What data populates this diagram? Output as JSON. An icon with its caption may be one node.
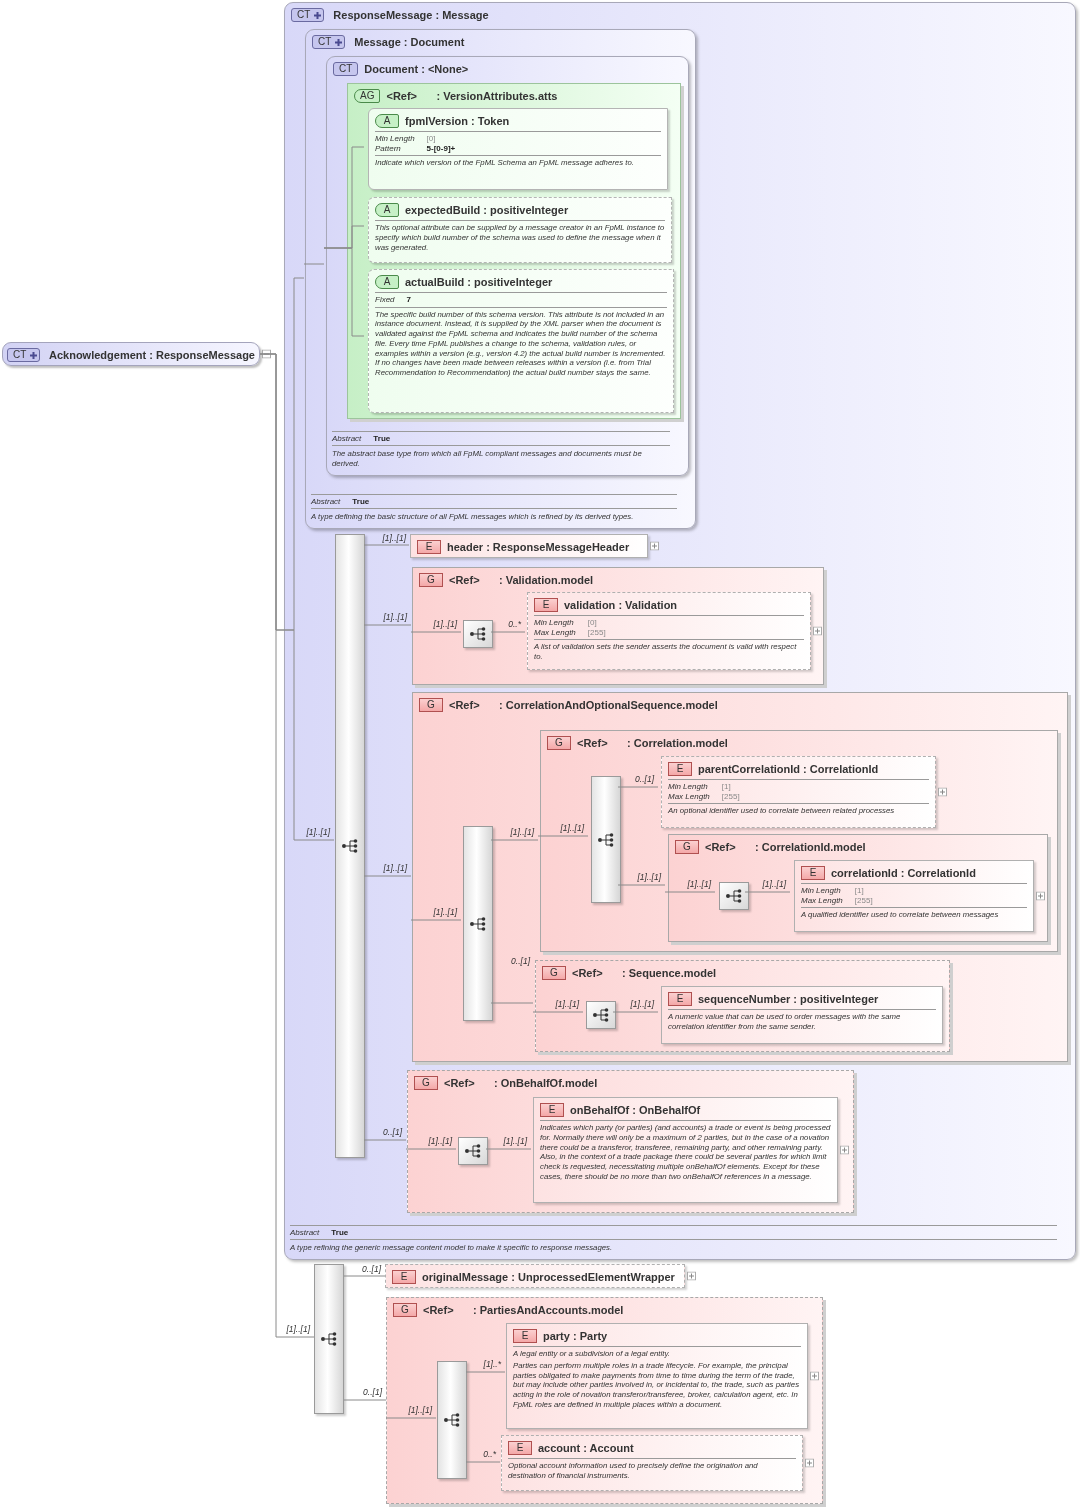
{
  "diagram": {
    "nodes": [
      {
        "text": [
          "CT",
          "Acknowledgement : ResponseMessage"
        ]
      },
      {
        "text": [
          "CT",
          "ResponseMessage : Message",
          "Abstract",
          "True",
          "A type refining the generic message content model to make it specific to response messages."
        ]
      },
      {
        "text": [
          "CT",
          "Message : Document",
          "Abstract",
          "True",
          "A type defining the basic structure of all FpML messages which is refined by its derived types."
        ],
        "in": 1
      },
      {
        "text": [
          "CT",
          "Document : <None>",
          "Abstract",
          "True",
          "The abstract base type from which all FpML compliant messages and documents must be derived."
        ],
        "in": 2
      },
      {
        "text": [
          "AG",
          "<Ref>",
          ": VersionAttributes.atts"
        ],
        "in": 3
      },
      {
        "text": [
          "A",
          "fpmlVersion : Token",
          "Min Length",
          "[0]",
          "Pattern",
          "5-[0-9]+",
          "Indicate which version of the FpML Schema an FpML message adheres to."
        ],
        "in": 4
      },
      {
        "text": [
          "A",
          "expectedBuild : positiveInteger",
          "This optional attribute can be supplied by a message creator in an FpML instance to specify which build number of the schema was used to define the message when it was generated."
        ],
        "in": 4
      },
      {
        "text": [
          "A",
          "actualBuild : positiveInteger",
          "Fixed",
          "7",
          "The specific build number of this schema version. This attribute is not included in an instance document. Instead, it is supplied by the XML parser when the document is validated against the FpML schema and indicates the build number of the schema file. Every time FpML publishes a change to the schema, validation rules, or examples within a version (e.g., version 4.2) the actual build number is incremented. If no changes have been made between releases within a version (i.e. from Trial Recommendation to Recommendation) the actual build number stays the same."
        ],
        "in": 4
      },
      {
        "text": [],
        "shape": "bar",
        "in": 1
      },
      {
        "text": [
          "E",
          "header : ResponseMessageHeader"
        ],
        "in": 1
      },
      {
        "text": [
          "G",
          "<Ref>",
          ": Validation.model"
        ],
        "in": 1
      },
      {
        "text": [],
        "shape": "box",
        "in": 10
      },
      {
        "text": [
          "E",
          "validation : Validation",
          "Min Length",
          "[0]",
          "Max Length",
          "[255]",
          "A list of validation sets the sender asserts the document is valid with respect to."
        ],
        "in": 10
      },
      {
        "text": [
          "G",
          "<Ref>",
          ": CorrelationAndOptionalSequence.model"
        ],
        "in": 1
      },
      {
        "text": [],
        "shape": "bar",
        "in": 13
      },
      {
        "text": [
          "G",
          "<Ref>",
          ": Correlation.model"
        ],
        "in": 13
      },
      {
        "text": [],
        "shape": "bar",
        "in": 15
      },
      {
        "text": [
          "E",
          "parentCorrelationId : CorrelationId",
          "Min Length",
          "[1]",
          "Max Length",
          "[255]",
          "An optional identifier used to correlate between related processes"
        ],
        "in": 15
      },
      {
        "text": [
          "G",
          "<Ref>",
          ": CorrelationId.model"
        ],
        "in": 15
      },
      {
        "text": [],
        "shape": "box",
        "in": 18
      },
      {
        "text": [
          "E",
          "correlationId : CorrelationId",
          "Min Length",
          "[1]",
          "Max Length",
          "[255]",
          "A qualified identifier used to correlate between messages"
        ],
        "in": 18
      },
      {
        "text": [
          "G",
          "<Ref>",
          ": Sequence.model"
        ],
        "in": 13
      },
      {
        "text": [],
        "shape": "box",
        "in": 21
      },
      {
        "text": [
          "E",
          "sequenceNumber : positiveInteger",
          "A numeric value that can be used to order messages with the same correlation identifier from the same sender."
        ],
        "in": 21
      },
      {
        "text": [
          "G",
          "<Ref>",
          ": OnBehalfOf.model"
        ],
        "in": 1
      },
      {
        "text": [],
        "shape": "box",
        "in": 24
      },
      {
        "text": [
          "E",
          "onBehalfOf : OnBehalfOf",
          "Indicates which party (or parties) (and accounts) a trade or event is being processed for. Normally there will only be a maximum of 2 parties, but in the case of a novation there could be a transferor, transferee, remaining party, and other remaining party. Also, in the context of a trade package there could be several parties for which limit check is requested, necessitating multiple onBehalfOf elements. Except for these cases, there should be no more than two onBehalfOf references in a message."
        ],
        "in": 24
      },
      {
        "text": [],
        "shape": "bar"
      },
      {
        "text": [
          "E",
          "originalMessage : UnprocessedElementWrapper"
        ]
      },
      {
        "text": [
          "G",
          "<Ref>",
          ": PartiesAndAccounts.model"
        ]
      },
      {
        "text": [],
        "shape": "bar",
        "in": 29
      },
      {
        "text": [
          "E",
          "party : Party",
          "A legal entity or a subdivision of a legal entity.",
          "Parties can perform multiple roles in a trade lifecycle. For example, the principal parties obligated to make payments from time to time during the term of the trade, but may include other parties involved in, or incidental to, the trade, such as parties acting in the role of novation transferor/transferee, broker, calculation agent, etc. In FpML roles are defined in multiple places within a document."
        ],
        "in": 29
      },
      {
        "text": [
          "E",
          "account : Account",
          "Optional account information used to precisely define the origination and destination of financial instruments."
        ],
        "in": 29
      }
    ],
    "edges": [
      {
        "from": 0,
        "to": 2,
        "arrow": "none"
      },
      {
        "from": 0,
        "to": 8,
        "arrow": "none",
        "label": "[1]..[1]"
      },
      {
        "from": 0,
        "to": 27,
        "arrow": "none",
        "label": "[1]..[1]"
      },
      {
        "from": 2,
        "to": 3,
        "arrow": "none"
      },
      {
        "from": 3,
        "to": 5,
        "arrow": "none"
      },
      {
        "from": 3,
        "to": 6,
        "arrow": "none"
      },
      {
        "from": 3,
        "to": 7,
        "arrow": "none"
      },
      {
        "from": 8,
        "to": 9,
        "arrow": "none",
        "label": "[1]..[1]"
      },
      {
        "from": 8,
        "to": 10,
        "arrow": "none",
        "label": "[1]..[1]"
      },
      {
        "from": 10,
        "to": 11,
        "arrow": "none",
        "label": "[1]..[1]"
      },
      {
        "from": 11,
        "to": 12,
        "arrow": "none",
        "label": "0..*"
      },
      {
        "from": 8,
        "to": 13,
        "arrow": "none",
        "label": "[1]..[1]"
      },
      {
        "from": 13,
        "to": 14,
        "arrow": "none",
        "label": "[1]..[1]"
      },
      {
        "from": 14,
        "to": 15,
        "arrow": "none",
        "label": "[1]..[1]"
      },
      {
        "from": 15,
        "to": 16,
        "arrow": "none",
        "label": "[1]..[1]"
      },
      {
        "from": 16,
        "to": 17,
        "arrow": "none",
        "label": "0..[1]"
      },
      {
        "from": 16,
        "to": 18,
        "arrow": "none",
        "label": "[1]..[1]"
      },
      {
        "from": 18,
        "to": 19,
        "arrow": "none",
        "label": "[1]..[1]"
      },
      {
        "from": 19,
        "to": 20,
        "arrow": "none",
        "label": "[1]..[1]"
      },
      {
        "from": 14,
        "to": 21,
        "arrow": "none",
        "label": "0..[1]"
      },
      {
        "from": 21,
        "to": 22,
        "arrow": "none",
        "label": "[1]..[1]"
      },
      {
        "from": 22,
        "to": 23,
        "arrow": "none",
        "label": "[1]..[1]"
      },
      {
        "from": 8,
        "to": 24,
        "arrow": "none",
        "label": "0..[1]"
      },
      {
        "from": 24,
        "to": 25,
        "arrow": "none",
        "label": "[1]..[1]"
      },
      {
        "from": 25,
        "to": 26,
        "arrow": "none",
        "label": "[1]..[1]"
      },
      {
        "from": 27,
        "to": 28,
        "arrow": "none",
        "label": "0..[1]"
      },
      {
        "from": 27,
        "to": 29,
        "arrow": "none",
        "label": "0..[1]"
      },
      {
        "from": 29,
        "to": 30,
        "arrow": "none",
        "label": "[1]..[1]"
      },
      {
        "from": 30,
        "to": 31,
        "arrow": "none",
        "label": "[1]..*"
      },
      {
        "from": 30,
        "to": 32,
        "arrow": "none",
        "label": "0..*"
      }
    ]
  }
}
